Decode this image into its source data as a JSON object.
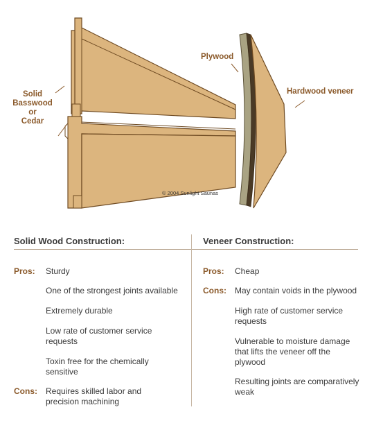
{
  "illustration": {
    "labels": {
      "solid_lines": [
        "Solid",
        "Basswood",
        "or",
        "Cedar"
      ],
      "plywood": "Plywood",
      "hardwood_veneer": "Hardwood veneer",
      "copyright": "© 2004 Sunlight Saunas"
    },
    "colors": {
      "wood": "#dcb57e",
      "wood_outline": "#6e4a22",
      "plywood": "#a9a383",
      "label_brown": "#8b5a2b"
    }
  },
  "solid": {
    "heading": "Solid Wood Construction:",
    "pros_label": "Pros:",
    "pros": [
      "Sturdy",
      "One of the strongest joints available",
      "Extremely durable",
      "Low rate of customer service requests",
      "Toxin free for the chemically sensitive"
    ],
    "cons_label": "Cons:",
    "cons": [
      "Requires skilled labor and precision machining"
    ]
  },
  "veneer": {
    "heading": "Veneer Construction:",
    "pros_label": "Pros:",
    "pros": [
      "Cheap"
    ],
    "cons_label": "Cons:",
    "cons": [
      "May contain voids in the plywood",
      "High rate of customer service requests",
      "Vulnerable to moisture damage that lifts the veneer off the plywood",
      "Resulting joints are comparatively weak"
    ]
  }
}
